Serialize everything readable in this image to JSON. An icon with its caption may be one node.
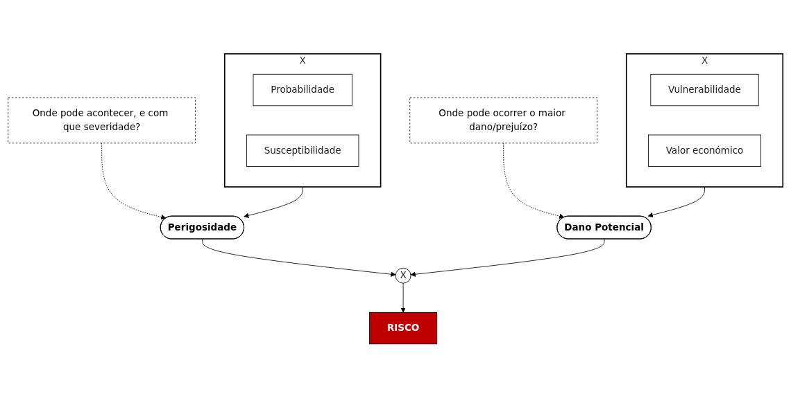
{
  "diagram": {
    "nodes": [
      {
        "text": [
          "X"
        ]
      },
      {
        "text": [
          "Probabilidade"
        ],
        "in": 0
      },
      {
        "text": [
          "Susceptibilidade"
        ],
        "in": 0
      },
      {
        "text": [
          "Perigosidade"
        ]
      },
      {
        "text": [
          "Onde pode acontecer, e com que severidade?"
        ]
      },
      {
        "text": [
          "X"
        ]
      },
      {
        "text": [
          "X"
        ]
      },
      {
        "text": [
          "Vulnerabilidade"
        ],
        "in": 6
      },
      {
        "text": [
          "Valor económico"
        ],
        "in": 6
      },
      {
        "text": [
          "Dano Potencial"
        ]
      },
      {
        "text": [
          "Onde pode ocorrer o maior dano/prejuízo?"
        ]
      },
      {
        "text": [
          "RISCO"
        ]
      }
    ],
    "edges": [
      {
        "from": 0,
        "to": 3,
        "arrow": "to"
      },
      {
        "from": 4,
        "to": 3,
        "arrow": "to",
        "style": "dashed"
      },
      {
        "from": 3,
        "to": 5,
        "arrow": "to"
      },
      {
        "from": 6,
        "to": 9,
        "arrow": "to"
      },
      {
        "from": 10,
        "to": 9,
        "arrow": "to",
        "style": "dashed"
      },
      {
        "from": 9,
        "to": 5,
        "arrow": "to"
      },
      {
        "from": 5,
        "to": 11,
        "arrow": "to"
      }
    ]
  }
}
